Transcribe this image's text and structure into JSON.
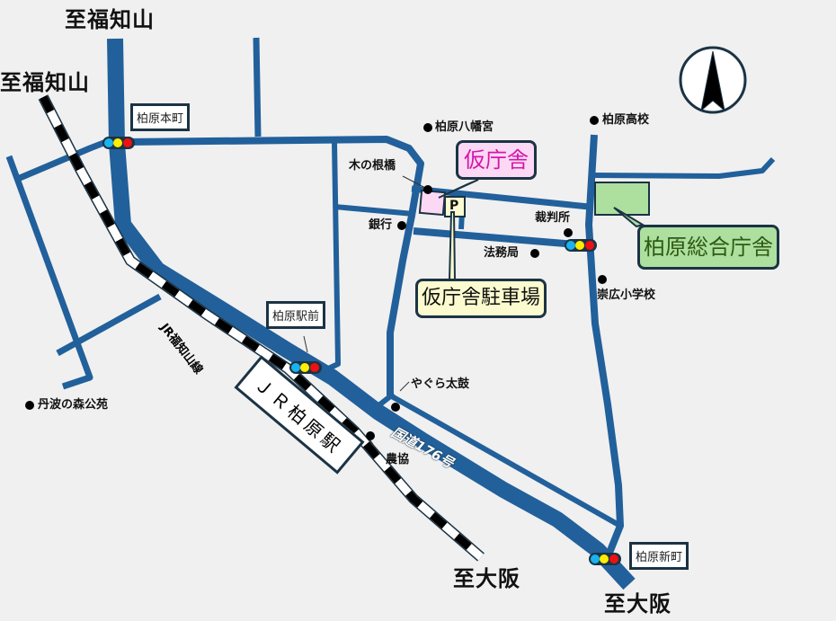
{
  "map": {
    "colors": {
      "background": "#f0f0f0",
      "road": "#21609b",
      "rail_black": "#000000",
      "rail_white": "#ffffff",
      "signal_blue": "#1ab2f0",
      "signal_yellow": "#ffee00",
      "signal_red": "#ee1111",
      "temp_office_fill": "#fbd9f5",
      "temp_office_text": "#d616a8",
      "parking_fill": "#fbfbcf",
      "general_office_fill": "#addf9f",
      "general_office_text": "#2f5a12"
    },
    "directions": {
      "north_fukuchiyama_road": "至福知山",
      "north_fukuchiyama_rail": "至福知山",
      "south_osaka_rail": "至大阪",
      "south_osaka_road": "至大阪"
    },
    "intersections": [
      {
        "label": "柏原本町"
      },
      {
        "label": "柏原駅前"
      },
      {
        "label": "柏原新町"
      }
    ],
    "pois": {
      "hachimangu": "柏原八幡宮",
      "high_school": "柏原高校",
      "kinone_bridge": "木の根橋",
      "bank": "銀行",
      "court": "裁判所",
      "legal_office": "法務局",
      "elementary_school": "崇広小学校",
      "yagura_taiko": "やぐら太鼓",
      "nokyo": "農協",
      "tamba_park": "丹波の森公苑"
    },
    "callouts": {
      "temp_office": "仮庁舎",
      "temp_office_parking": "仮庁舎駐車場",
      "general_office": "柏原総合庁舎"
    },
    "parking_icon": "P",
    "station": "ＪＲ柏原駅",
    "rail_line": "JR福知山線",
    "route": "国道176号",
    "compass": "north-arrow-icon"
  }
}
